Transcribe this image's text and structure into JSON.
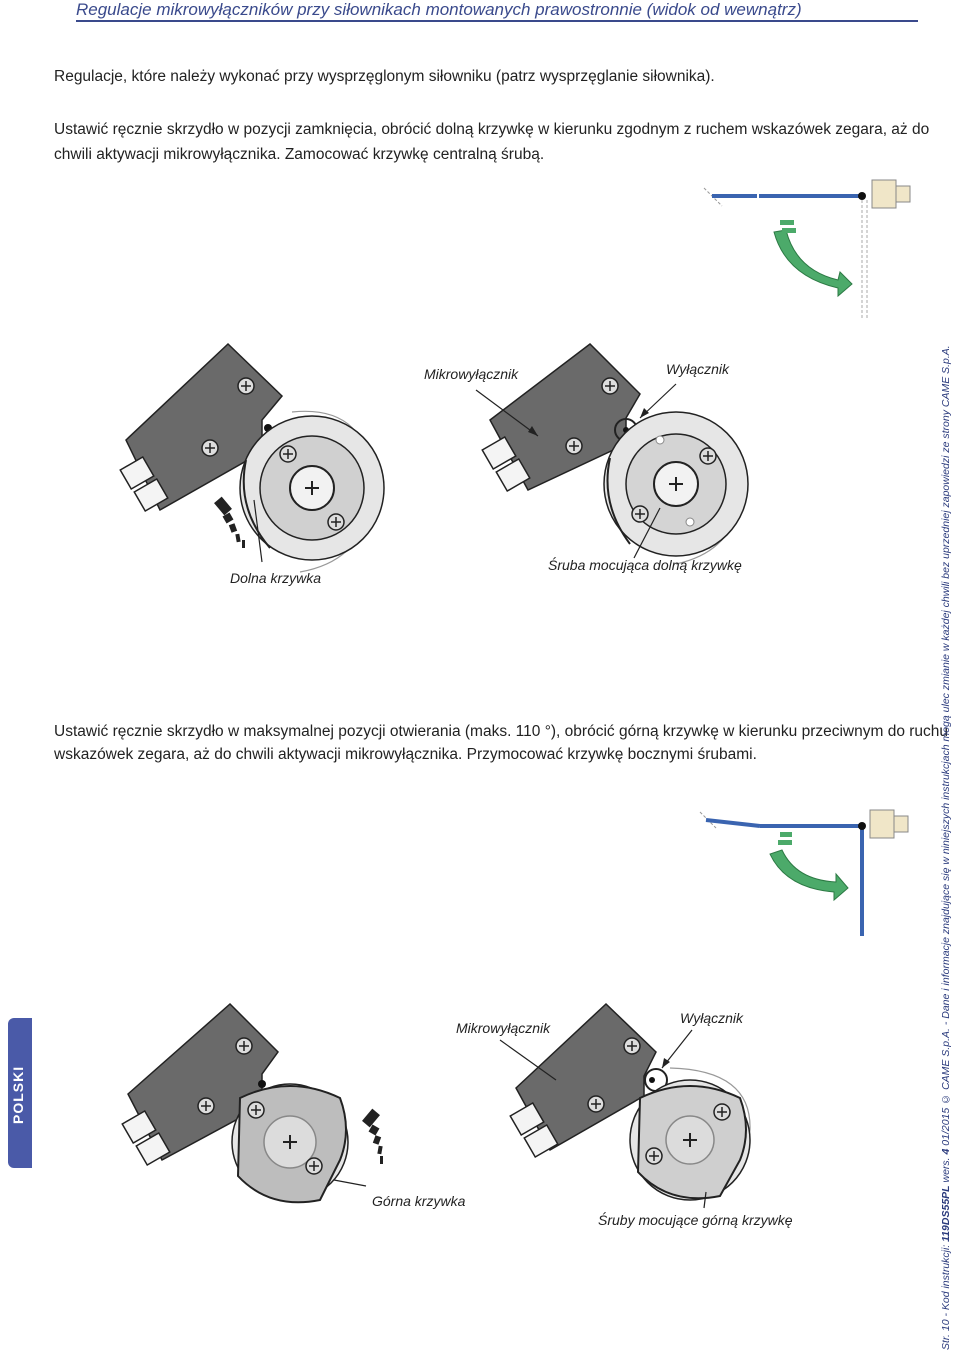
{
  "header": {
    "title": "Regulacje mikrowyłączników przy siłownikach montowanych prawostronnie (widok od wewnątrz)"
  },
  "intro": {
    "line1": "Regulacje, które należy wykonać przy wysprzęglonym siłowniku (patrz wysprzęglanie siłownika).",
    "step1_line1": "Ustawić ręcznie skrzydło w pozycji zamknięcia, obrócić dolną krzywkę w kierunku zgodnym z ruchem wskazówek zegara, aż do",
    "step1_line2": "chwili aktywacji mikrowyłącznika. Zamocować krzywkę centralną śrubą."
  },
  "figure1": {
    "label_microswitch": "Mikrowyłącznik",
    "label_switch": "Wyłącznik",
    "label_lower_cam": "Dolna krzywka",
    "label_screw": "Śruba mocująca dolną krzywkę"
  },
  "step2": {
    "line1": "Ustawić ręcznie skrzydło w maksymalnej pozycji otwierania (maks. 110 °), obrócić górną krzywkę w kierunku przeciwnym do ruchu",
    "line2": "wskazówek zegara, aż do chwili aktywacji mikrowyłącznika. Przymocować krzywkę bocznymi śrubami."
  },
  "figure2": {
    "label_microswitch": "Mikrowyłącznik",
    "label_switch": "Wyłącznik",
    "label_upper_cam": "Górna krzywka",
    "label_screws": "Śruby mocujące górną krzywkę"
  },
  "side_tab": {
    "label": "POLSKI"
  },
  "footer": {
    "page": "Str. 10",
    "doc_code_prefix": " - Kod instrukcji: ",
    "doc_code": "119DS55PL",
    "version_prefix": " wers. ",
    "version": "4",
    "rest": "  01/2015  © CAME S.p.A. - Dane i informacje znajdujące się w niniejszych instrukcjach mogą ulec zmianie w każdej chwili bez uprzedniej zapowiedzi ze strony CAME S.p.A."
  },
  "colors": {
    "accent": "#3a4a8c",
    "gate_blue": "#3a64b0",
    "arrow_green": "#4caa6a",
    "housing_gray": "#6a6a6a",
    "cam_gray": "#d4d4d4"
  }
}
